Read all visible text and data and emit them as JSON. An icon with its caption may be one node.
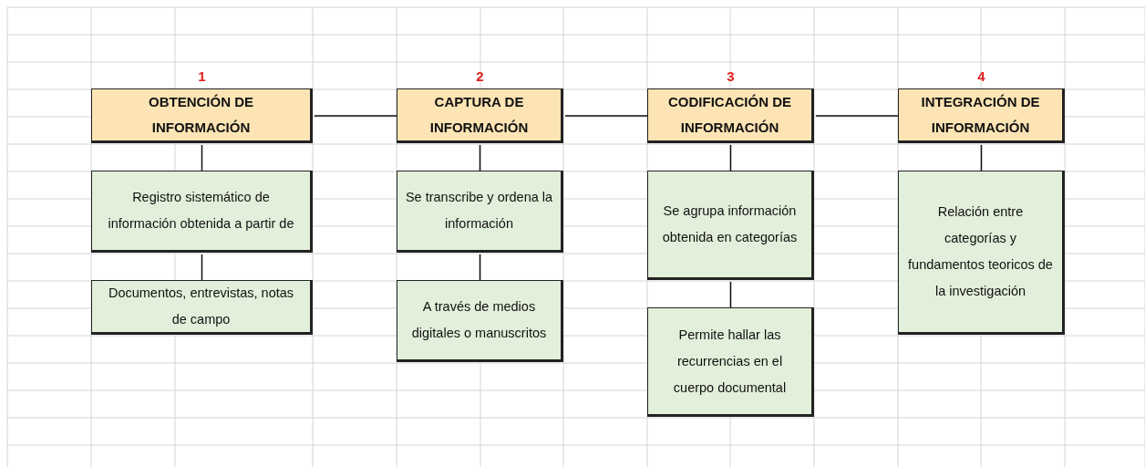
{
  "diagram": {
    "nodes": [
      {
        "text": [
          "OBTENCIÓN DE INFORMACIÓN"
        ],
        "beside": [
          "1"
        ]
      },
      {
        "text": [
          "Registro sistemático de información obtenida a partir de"
        ]
      },
      {
        "text": [
          "Documentos, entrevistas, notas de campo"
        ]
      },
      {
        "text": [
          "CAPTURA DE INFORMACIÓN"
        ],
        "beside": [
          "2"
        ]
      },
      {
        "text": [
          "Se transcribe y ordena la información"
        ]
      },
      {
        "text": [
          "A través de medios digitales o manuscritos"
        ]
      },
      {
        "text": [
          "CODIFICACIÓN DE INFORMACIÓN"
        ],
        "beside": [
          "3"
        ]
      },
      {
        "text": [
          "Se agrupa información obtenida en categorías"
        ]
      },
      {
        "text": [
          "Permite hallar las recurrencias en el cuerpo documental"
        ]
      },
      {
        "text": [
          "INTEGRACIÓN DE INFORMACIÓN"
        ],
        "beside": [
          "4"
        ]
      },
      {
        "text": [
          "Relación entre categorías y fundamentos teoricos de la investigación"
        ]
      }
    ],
    "edges": [
      {
        "from": 0,
        "to": 3,
        "arrow": "none"
      },
      {
        "from": 3,
        "to": 6,
        "arrow": "none"
      },
      {
        "from": 6,
        "to": 9,
        "arrow": "none"
      },
      {
        "from": 0,
        "to": 1,
        "arrow": "none"
      },
      {
        "from": 1,
        "to": 2,
        "arrow": "none"
      },
      {
        "from": 3,
        "to": 4,
        "arrow": "none"
      },
      {
        "from": 4,
        "to": 5,
        "arrow": "none"
      },
      {
        "from": 6,
        "to": 7,
        "arrow": "none"
      },
      {
        "from": 7,
        "to": 8,
        "arrow": "none"
      },
      {
        "from": 9,
        "to": 10,
        "arrow": "none"
      }
    ]
  }
}
